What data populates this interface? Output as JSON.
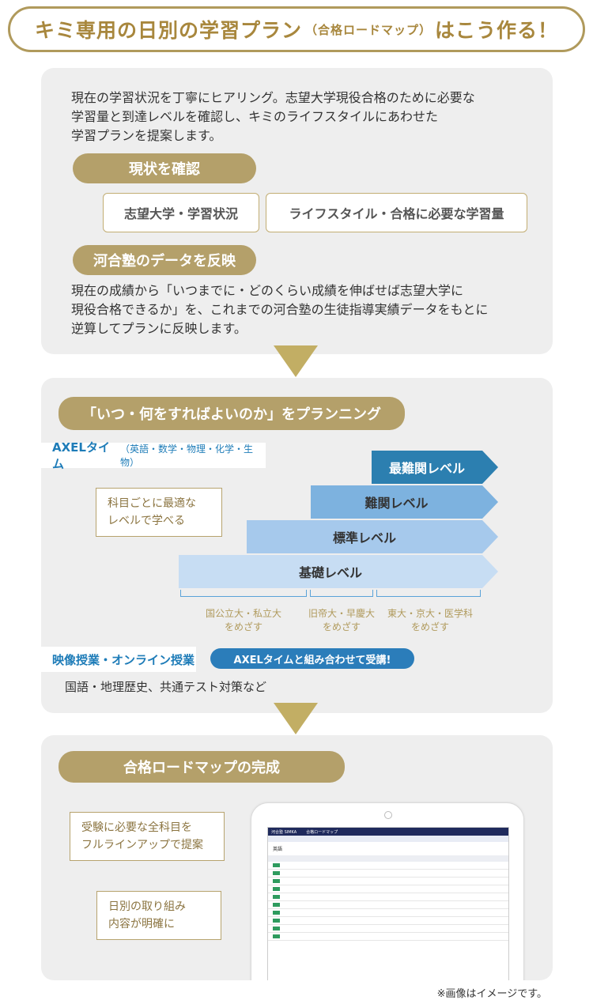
{
  "header": {
    "title_a": "キミ専用の日別の学習プラン",
    "title_paren": "（合格ロードマップ）",
    "title_b": "はこう作る！"
  },
  "section1": {
    "intro": [
      "現在の学習状況を丁寧にヒアリング。志望大学現役合格のために必要な",
      "学習量と到達レベルを確認し、キミのライフスタイルにあわせた",
      "学習プランを提案します。"
    ],
    "pill1": "現状を確認",
    "box1": "志望大学・学習状況",
    "box2": "ライフスタイル・合格に必要な学習量",
    "pill2": "河合塾のデータを反映",
    "para2": [
      "現在の成績から「いつまでに・どのくらい成績を伸ばせば志望大学に",
      "現役合格できるか」を、これまでの河合塾の生徒指導実績データをもとに",
      "逆算してプランに反映します。"
    ]
  },
  "section2": {
    "pill": "「いつ・何をすればよいのか」をプランニング",
    "axel_label": "AXELタイム",
    "axel_sub": "（英語・数学・物理・化学・生物）",
    "callout": [
      "科目ごとに最適な",
      "レベルで学べる"
    ],
    "levels": [
      "最難関レベル",
      "難関レベル",
      "標準レベル",
      "基礎レベル"
    ],
    "brackets": [
      [
        "国公立大・私立大",
        "をめざす"
      ],
      [
        "旧帝大・早慶大",
        "をめざす"
      ],
      [
        "東大・京大・医学科",
        "をめざす"
      ]
    ],
    "video_label": "映像授業・オンライン授業",
    "video_badge": "AXELタイムと組み合わせて受講!",
    "video_desc": "国語・地理歴史、共通テスト対策など"
  },
  "section3": {
    "pill": "合格ロードマップの完成",
    "callout1": [
      "受験に必要な全科目を",
      "フルラインアップで提案"
    ],
    "callout2": [
      "日別の取り組み",
      "内容が明確に"
    ],
    "screen_brand": "河合塾 SIMKA",
    "screen_title": "合格ロードマップ",
    "screen_subject": "英語"
  },
  "footnote": "※画像はイメージです。",
  "colors": {
    "gold": "#a8873d",
    "pill_gold": "#b4a06a",
    "level_top": "#2c7fb0",
    "level_2": "#7db2df",
    "level_3": "#a6c9ec",
    "level_4": "#c7ddf3"
  }
}
